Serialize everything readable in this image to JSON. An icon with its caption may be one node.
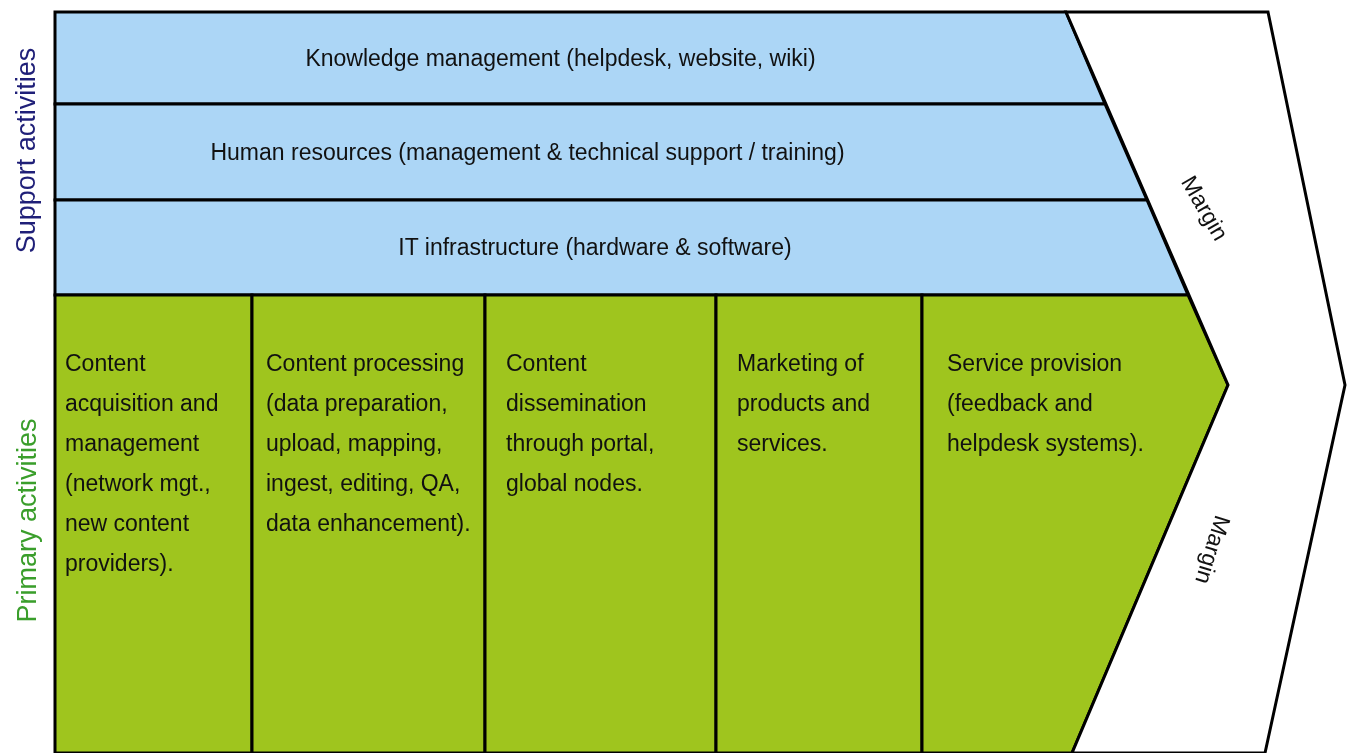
{
  "diagram": {
    "nodes": [
      {
        "text": [
          "Knowledge management (helpdesk, website, wiki)"
        ]
      },
      {
        "text": [
          "Human resources (management & technical support / training)"
        ]
      },
      {
        "text": [
          "IT infrastructure (hardware & software)"
        ]
      },
      {
        "text": [
          "Content acquisition and management (network mgt., new content providers)."
        ]
      },
      {
        "text": [
          "Content processing (data preparation, upload, mapping, ingest, editing, QA, data enhancement)."
        ]
      },
      {
        "text": [
          "Content dissemination through portal, global nodes."
        ]
      },
      {
        "text": [
          "Marketing of products and services."
        ]
      },
      {
        "text": [
          "Service provision (feedback and helpdesk systems)."
        ]
      },
      {
        "text": [
          "Margin",
          "Margin"
        ]
      }
    ],
    "labels": [
      "Support activities",
      "Primary activities"
    ]
  }
}
